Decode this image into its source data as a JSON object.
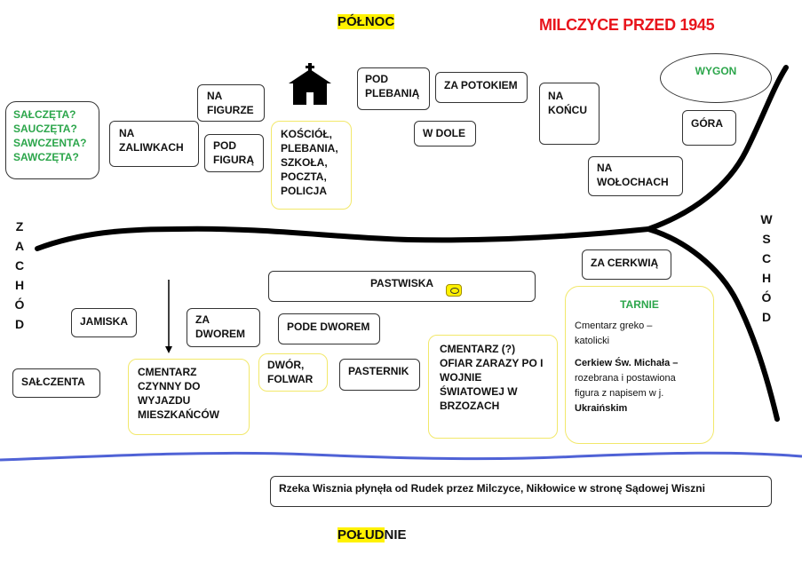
{
  "title": "MILCZYCE PRZED 1945",
  "compass": {
    "north_hl": "PÓŁNOC",
    "south_hl": "POŁUD",
    "south_rest": "NIE",
    "west": [
      "Z",
      "A",
      "C",
      "H",
      "Ó",
      "D"
    ],
    "east": [
      "W",
      "S",
      "C",
      "H",
      "Ó",
      "D"
    ]
  },
  "places": {
    "salczeta": [
      "SAŁCZĘTA?",
      "SAUCZĘTA?",
      "SAWCZENTA?",
      "SAWCZĘTA?"
    ],
    "na_zaliwkach": [
      "NA",
      "ZALIWKACH"
    ],
    "na_figurze": [
      "NA",
      "FIGURZE"
    ],
    "pod_figura": [
      "POD",
      "FIGURĄ"
    ],
    "kosciol": [
      "KOŚCIÓŁ,",
      "PLEBANIA,",
      "SZKOŁA,",
      "POCZTA,",
      "POLICJA"
    ],
    "pod_plebania": [
      "POD",
      "PLEBANIĄ"
    ],
    "za_potokiem": "ZA POTOKIEM",
    "w_dole": "W DOLE",
    "na_koncu": [
      "NA",
      "KOŃCU"
    ],
    "wygon": "WYGON",
    "gora": "GÓRA",
    "na_wolochach": [
      "NA",
      "WOŁOCHACH"
    ],
    "za_cerkwia": "ZA CERKWIĄ",
    "pastwiska": "PASTWISKA",
    "jamiska": "JAMISKA",
    "za_dworem": [
      "ZA",
      "DWOREM"
    ],
    "pode_dworem": "PODE DWOREM",
    "salczenta": "SAŁCZENTA",
    "cmentarz_czynny": [
      "CMENTARZ",
      "CZYNNY DO",
      "WYJAZDU",
      "MIESZKAŃCÓW"
    ],
    "dwor": [
      "DWÓR,",
      "FOLWAR"
    ],
    "pasternik": "PASTERNIK",
    "cmentarz_ofiar": [
      "CMENTARZ (?)",
      "OFIAR ZARAZY PO I",
      "WOJNIE",
      "ŚWIATOWEJ W",
      "BRZOZACH"
    ]
  },
  "tarnie": {
    "title": "TARNIE",
    "line1": [
      "Cmentarz greko –",
      "katolicki"
    ],
    "line2": [
      "Cerkiew Św. Michała –",
      "rozebrana i postawiona",
      "figura z napisem w j.",
      "Ukraińskim"
    ]
  },
  "river_note": "Rzeka Wisznia płynęła od Rudek przez Milczyce, Nikłowice w stronę Sądowej Wiszni",
  "colors": {
    "title_red": "#e8141c",
    "highlight": "#fff200",
    "green": "#2ca64b",
    "river": "#4f62d6"
  }
}
